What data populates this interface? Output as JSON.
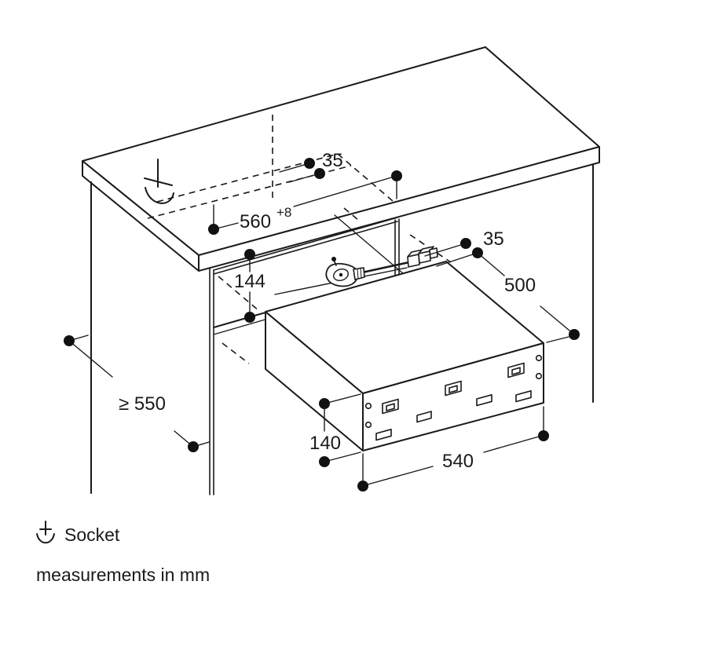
{
  "diagram": {
    "type": "appliance-installation-drawing",
    "units_note": "measurements in mm",
    "legend": {
      "socket": "Socket"
    },
    "dimensions": {
      "worktop_cutout_back_offset": "35",
      "niche_width_value": "560",
      "niche_width_tolerance": "+8",
      "socket_side_offset": "35",
      "niche_depth": "500",
      "niche_height": "144",
      "min_worktop_depth": "≥ 550",
      "appliance_height": "140",
      "appliance_width": "540"
    },
    "colors": {
      "line": "#1a1a1a",
      "appliance_side_fill": "#ececec",
      "background": "#ffffff"
    }
  }
}
